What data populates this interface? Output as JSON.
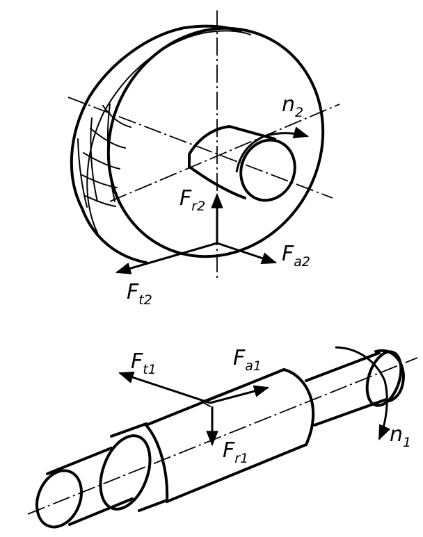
{
  "gear": {
    "labels": {
      "n2": {
        "sym": "n",
        "sub": "2"
      },
      "Fr2": {
        "sym": "F",
        "sub": "r2"
      },
      "Fa2": {
        "sym": "F",
        "sub": "a2"
      },
      "Ft2": {
        "sym": "F",
        "sub": "t2"
      }
    }
  },
  "shaft": {
    "labels": {
      "Ft1": {
        "sym": "F",
        "sub": "t1"
      },
      "Fa1": {
        "sym": "F",
        "sub": "a1"
      },
      "Fr1": {
        "sym": "F",
        "sub": "r1"
      },
      "n1": {
        "sym": "n",
        "sub": "1"
      }
    }
  },
  "colors": {
    "ink": "#000000",
    "paper": "#ffffff"
  }
}
